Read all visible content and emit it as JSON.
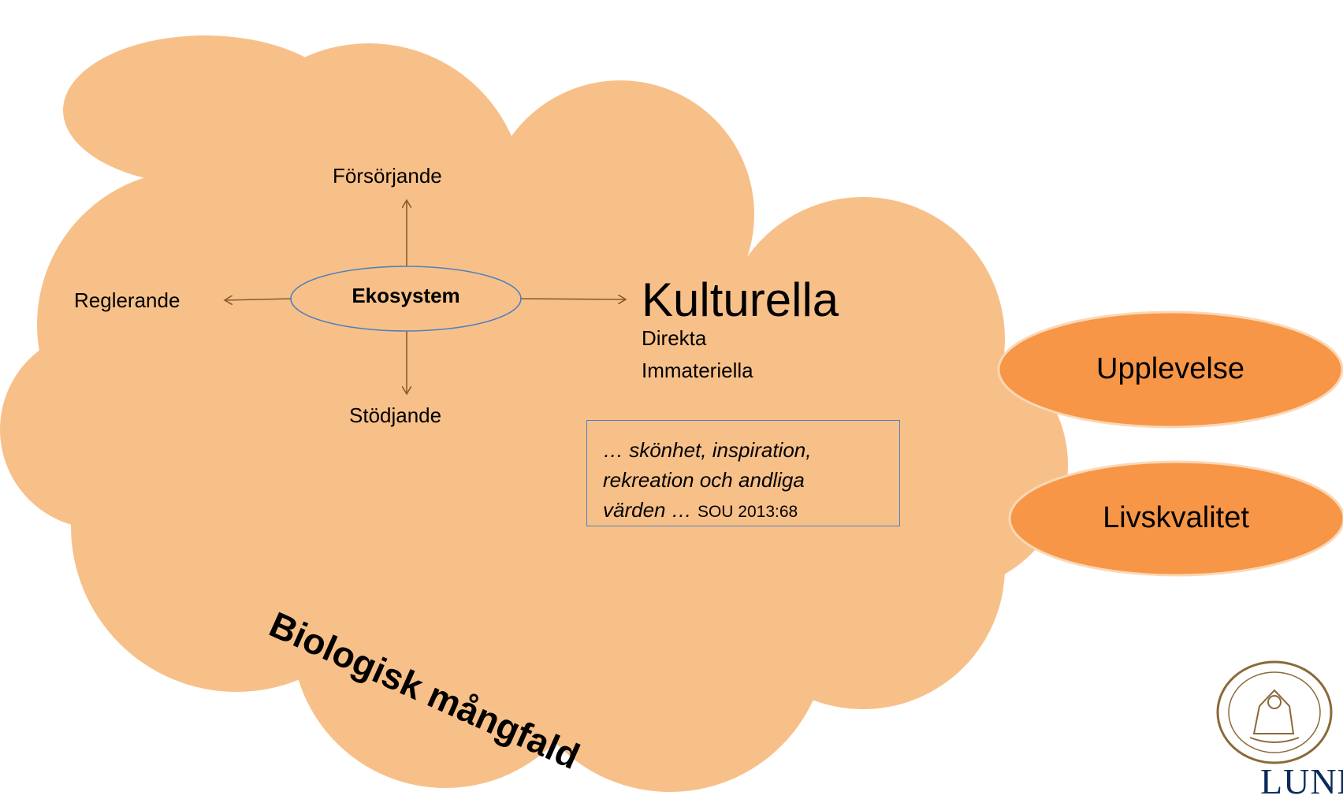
{
  "colors": {
    "cloud": "#f8c089",
    "oval_fill": "#f79646",
    "oval_border": "#fbd7b5",
    "ellipse_stroke": "#4f81bd",
    "arrow": "#8b5a2b",
    "quote_border": "#4f81bd",
    "logo": "#0b2a5c"
  },
  "diagram": {
    "center": "Ekosystem",
    "top": "Försörjande",
    "left": "Reglerande",
    "bottom": "Stödjande",
    "right": {
      "title": "Kulturella",
      "sub1": "Direkta",
      "sub2": "Immateriella"
    }
  },
  "quote": {
    "text": "… skönhet, inspiration,\nrekreation och andliga\nvärden … ",
    "source": "SOU 2013:68"
  },
  "cloud_label": "Biologisk mångfald",
  "outcomes": [
    "Upplevelse",
    "Livskvalitet"
  ],
  "logo": {
    "wordmark": "LUNDS",
    "seal_icon": "university-seal-icon"
  }
}
